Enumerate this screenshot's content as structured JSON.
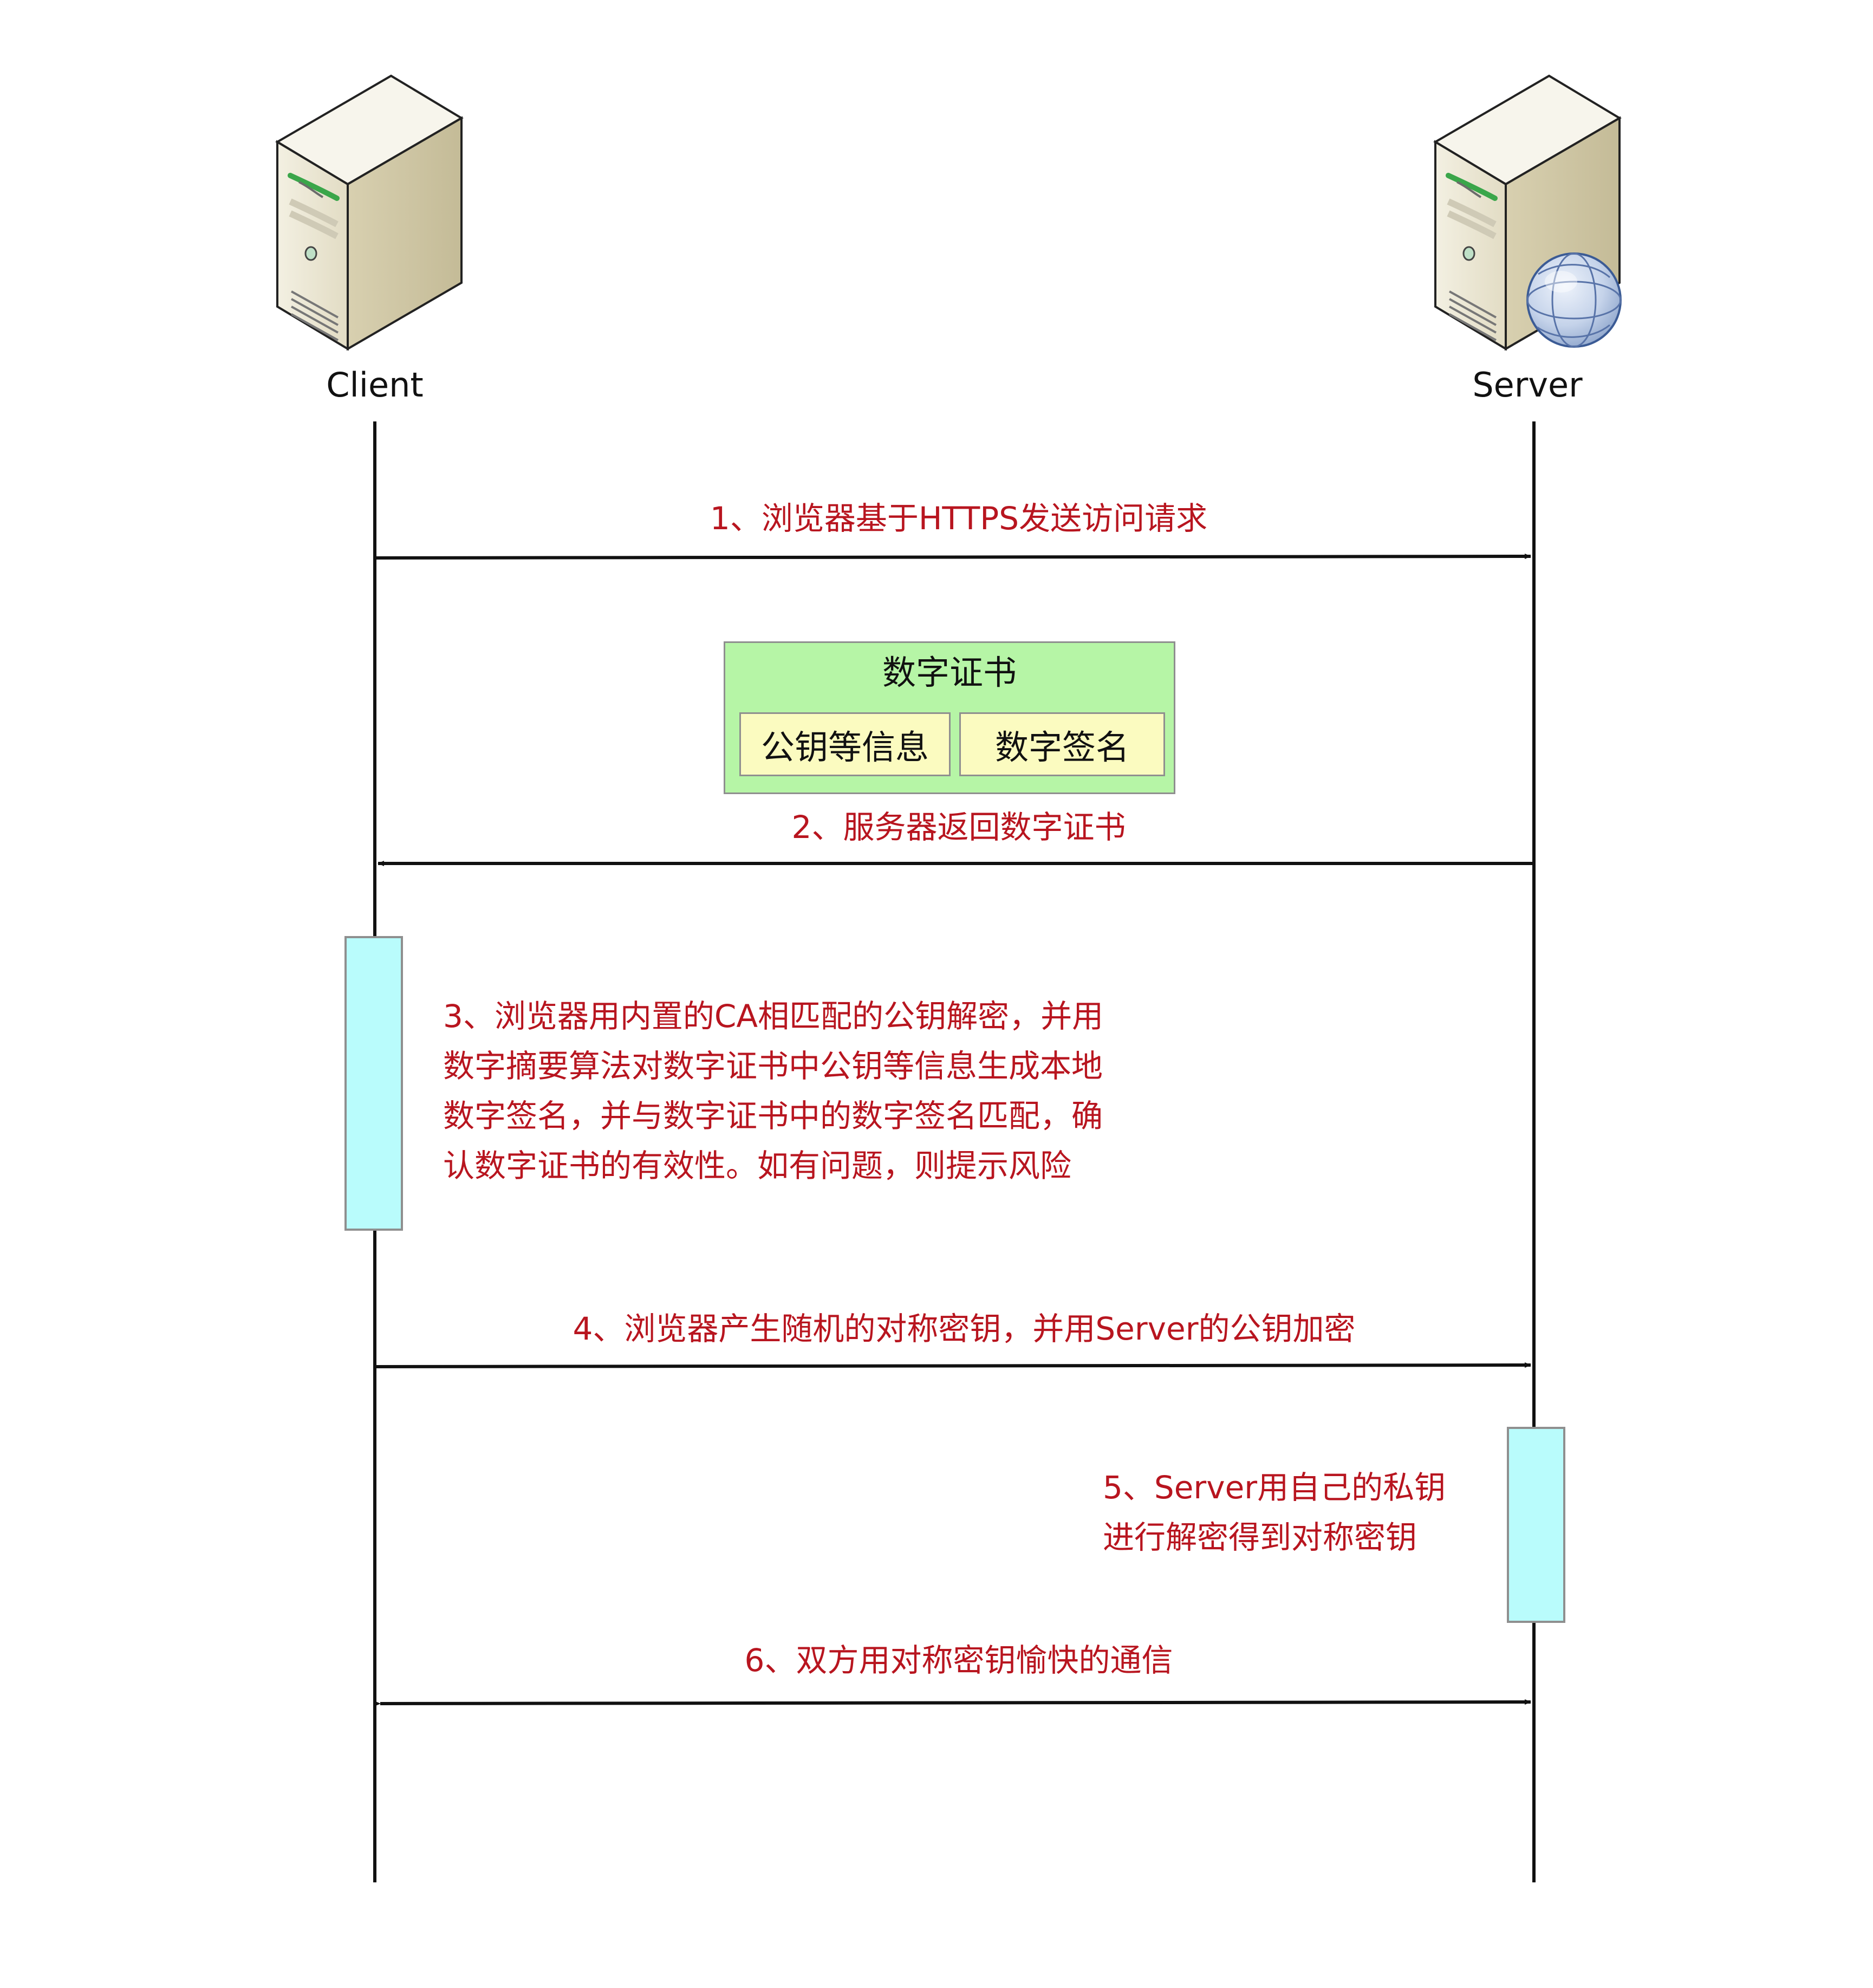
{
  "actors": {
    "client": {
      "label": "Client"
    },
    "server": {
      "label": "Server"
    }
  },
  "certificate": {
    "title": "数字证书",
    "fields": [
      "公钥等信息",
      "数字签名"
    ]
  },
  "steps": [
    {
      "id": 1,
      "text": "1、浏览器基于HTTPS发送访问请求",
      "from": "client",
      "to": "server"
    },
    {
      "id": 2,
      "text": "2、服务器返回数字证书",
      "from": "server",
      "to": "client"
    },
    {
      "id": 3,
      "lines": [
        "3、浏览器用内置的CA相匹配的公钥解密，并用",
        "数字摘要算法对数字证书中公钥等信息生成本地",
        "数字签名，并与数字证书中的数字签名匹配，确",
        "认数字证书的有效性。如有问题，则提示风险"
      ],
      "actor": "client"
    },
    {
      "id": 4,
      "text": "4、浏览器产生随机的对称密钥，并用Server的公钥加密",
      "from": "client",
      "to": "server"
    },
    {
      "id": 5,
      "lines": [
        "5、Server用自己的私钥",
        "进行解密得到对称密钥"
      ],
      "actor": "server"
    },
    {
      "id": 6,
      "text": "6、双方用对称密钥愉快的通信",
      "from": "client",
      "to": "server",
      "bidirectional": true
    }
  ],
  "colors": {
    "message_text": "#b8151f",
    "activation_fill": "#b9fcfc",
    "certificate_fill": "#b6f5a6",
    "field_fill": "#fbfbc0",
    "line": "#111111"
  },
  "icons": {
    "client": "tower-server-icon",
    "server": "tower-server-with-globe-icon"
  }
}
